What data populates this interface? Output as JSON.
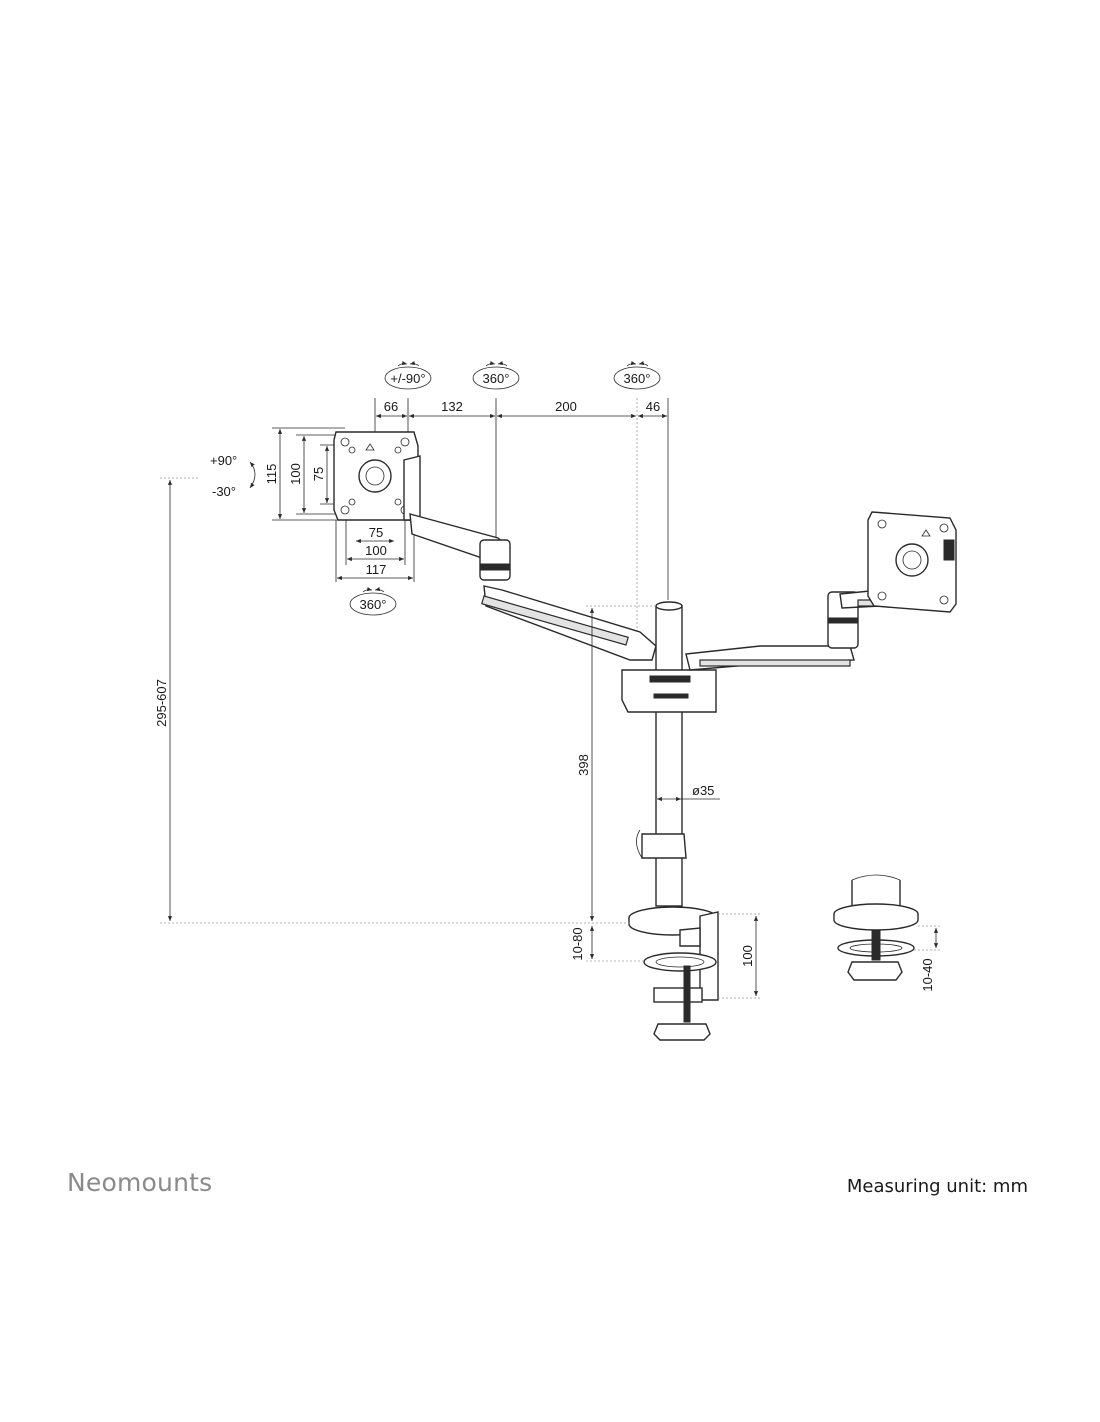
{
  "brand": "Neomounts",
  "measuring_unit": "Measuring unit: mm",
  "rotations": {
    "tilt_ellipse": "+/-90°",
    "arm_joint_1": "360°",
    "arm_joint_2": "360°",
    "swivel_bottom": "360°",
    "tilt_up": "+90°",
    "tilt_down": "-30°"
  },
  "dimensions": {
    "top": [
      "66",
      "132",
      "200",
      "46"
    ],
    "vesa_height_outer": "115",
    "vesa_height_mid": "100",
    "vesa_height_inner": "75",
    "vesa_width_inner": "75",
    "vesa_width_mid": "100",
    "vesa_width_outer": "117",
    "height_range": "295-607",
    "pole_height": "398",
    "pole_diameter": "ø35",
    "clamp_range": "10-80",
    "clamp_height": "100",
    "grommet_range": "10-40"
  }
}
